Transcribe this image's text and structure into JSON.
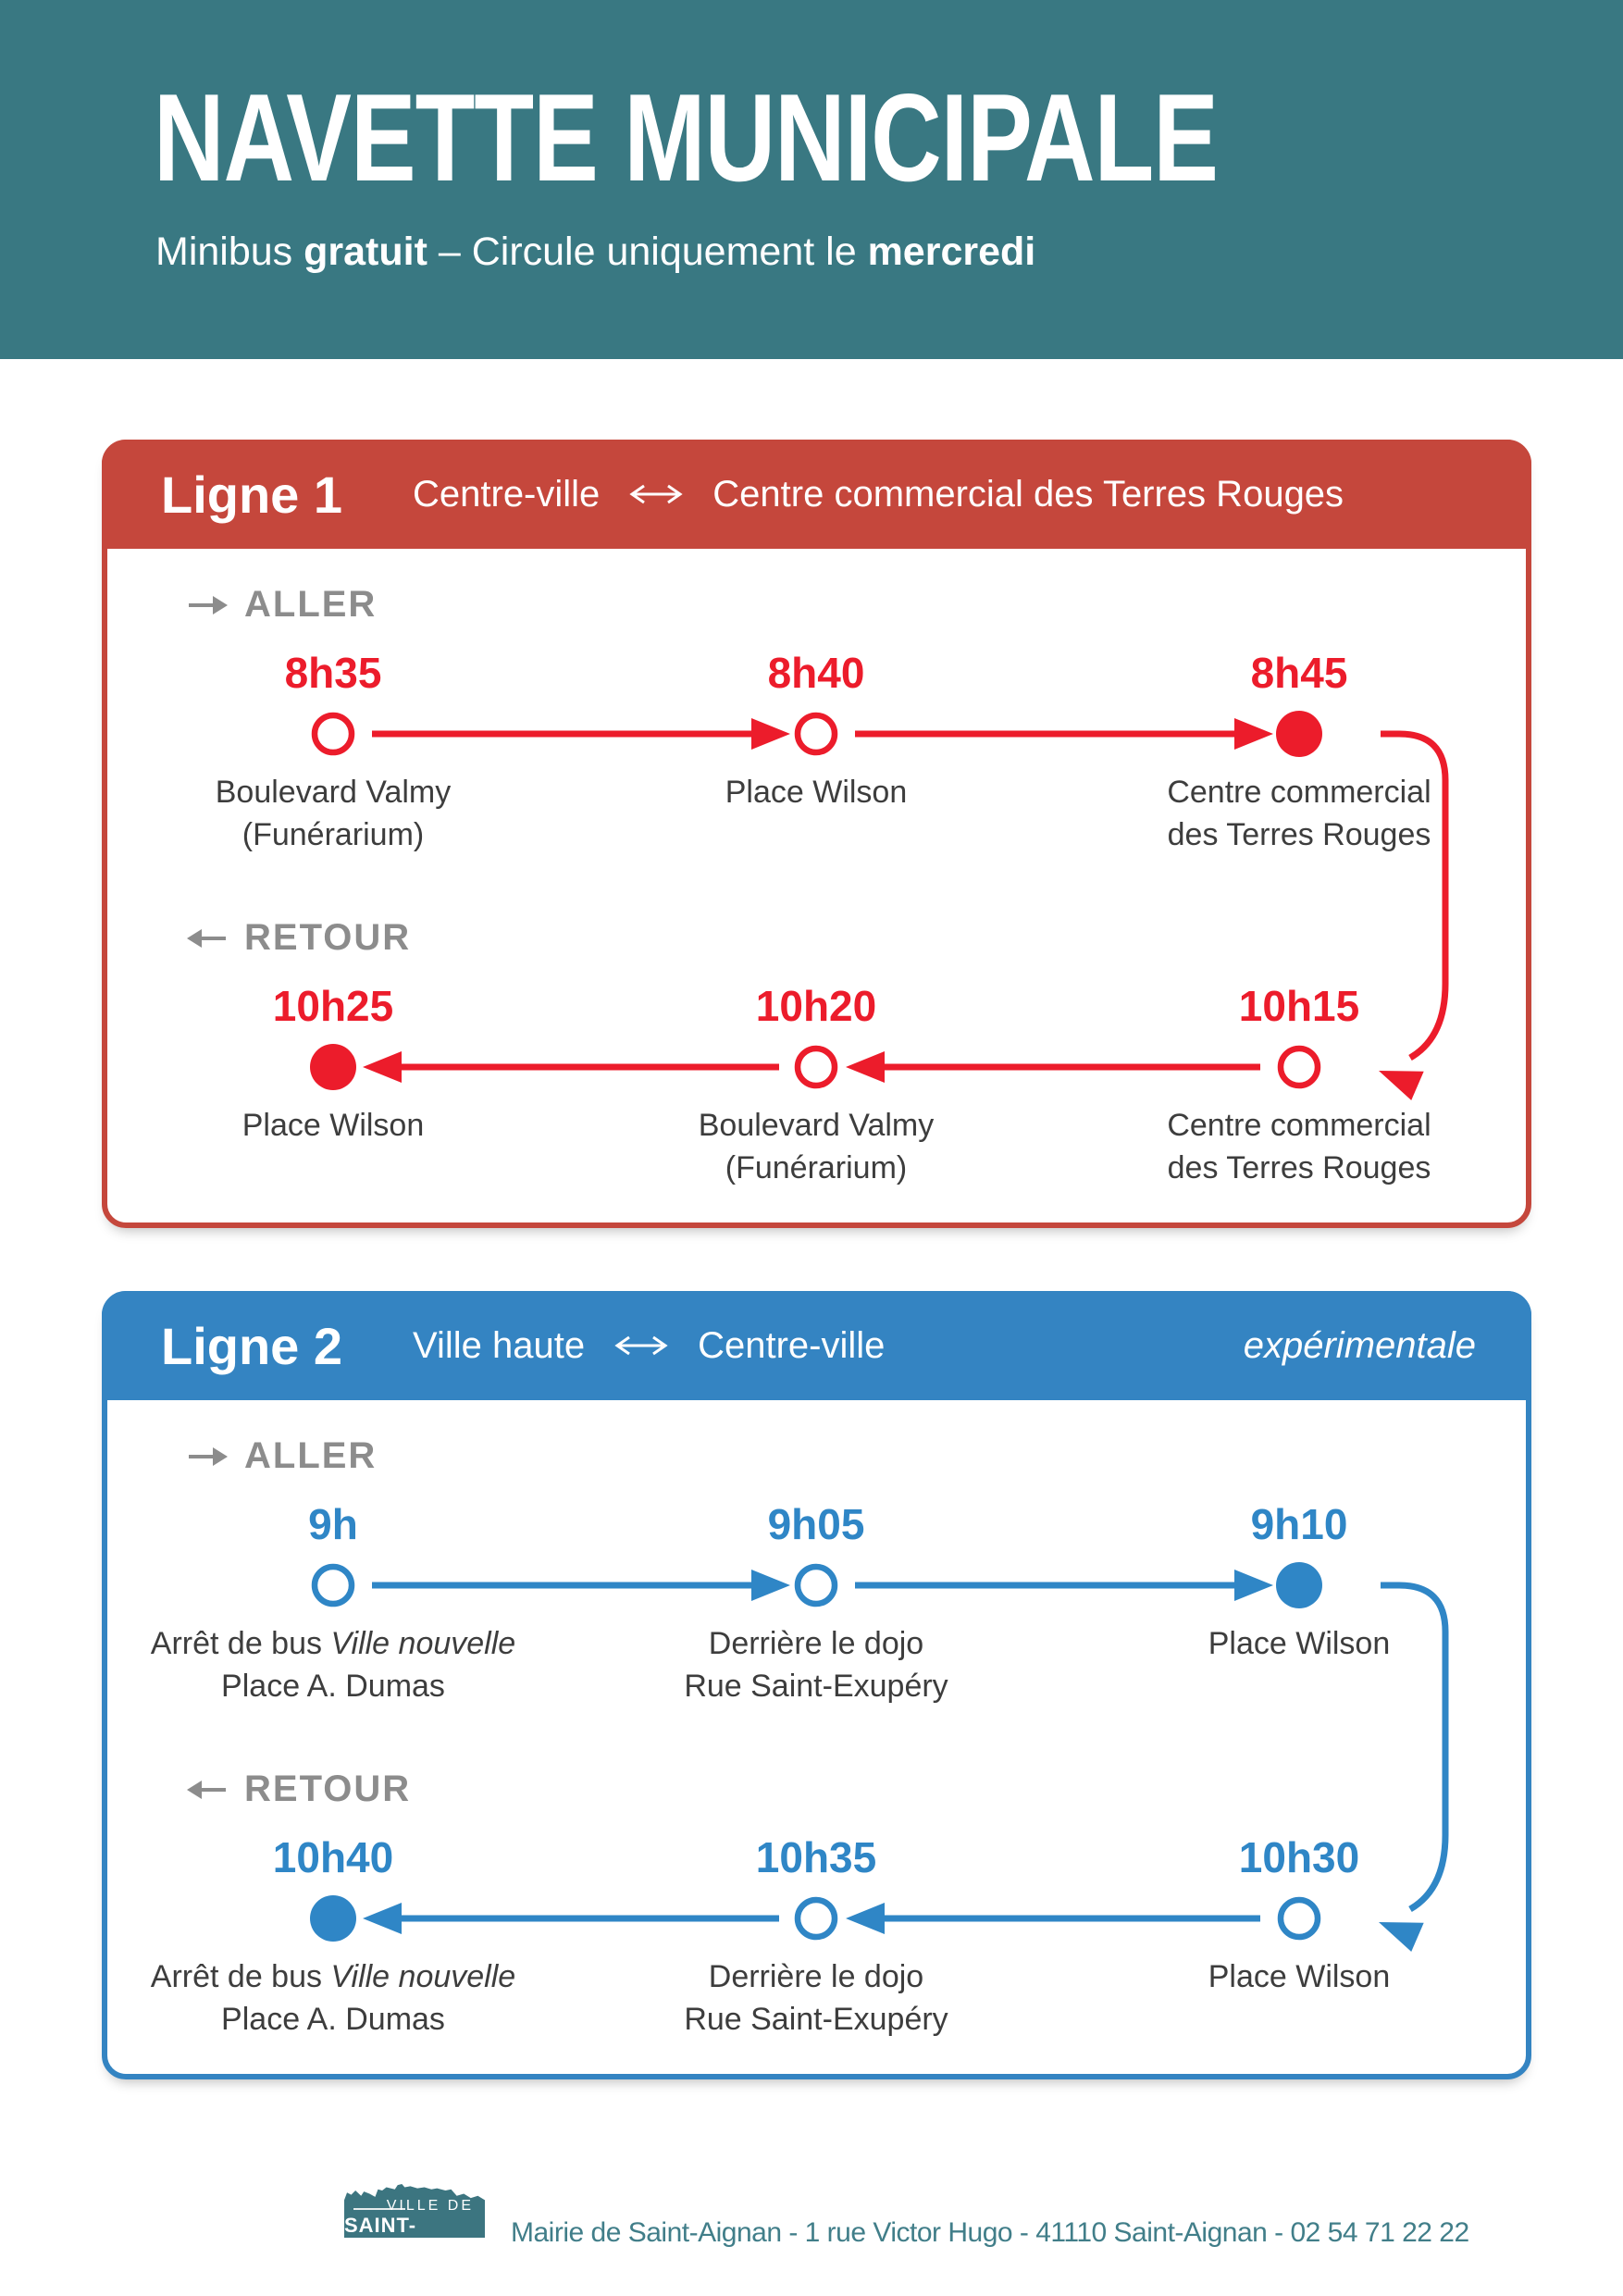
{
  "header": {
    "title": "NAVETTE MUNICIPALE",
    "subtitle": {
      "pre": "Minibus ",
      "bold1": "gratuit",
      "mid": " – Circule uniquement le ",
      "bold2": "mercredi"
    }
  },
  "colors": {
    "hero_teal": "#397882",
    "line1_band": "#C5473C",
    "line1_accent": "#EC1C2B",
    "line2_band": "#3484C2",
    "line2_accent": "#2F86C6",
    "direction_gray": "#8C8C8C",
    "stop_text": "#3D3D3D",
    "footer_teal": "#417E89"
  },
  "icons": {
    "route_double_arrow": "↔",
    "aller_arrow": "→",
    "retour_arrow": "←"
  },
  "lines": [
    {
      "name": "Ligne 1",
      "route_from": "Centre-ville",
      "route_to": "Centre commercial des Terres Rouges",
      "tag": "",
      "aller": {
        "label": "ALLER",
        "stops": [
          {
            "time": "8h35",
            "l1": "Boulevard Valmy",
            "l2": "(Funérarium)",
            "terminus": false
          },
          {
            "time": "8h40",
            "l1": "Place Wilson",
            "l2": "",
            "terminus": false
          },
          {
            "time": "8h45",
            "l1": "Centre commercial",
            "l2": "des Terres Rouges",
            "terminus": true
          }
        ]
      },
      "retour": {
        "label": "RETOUR",
        "stops": [
          {
            "time": "10h25",
            "l1": "Place Wilson",
            "l2": "",
            "terminus": true
          },
          {
            "time": "10h20",
            "l1": "Boulevard Valmy",
            "l2": "(Funérarium)",
            "terminus": false
          },
          {
            "time": "10h15",
            "l1": "Centre commercial",
            "l2": "des Terres Rouges",
            "terminus": false
          }
        ]
      }
    },
    {
      "name": "Ligne 2",
      "route_from": "Ville haute",
      "route_to": "Centre-ville",
      "tag": "expérimentale",
      "aller": {
        "label": "ALLER",
        "stops": [
          {
            "time": "9h",
            "l1": "Arrêt de bus ",
            "l1_italic": "Ville nouvelle",
            "l2": "Place A. Dumas",
            "terminus": false
          },
          {
            "time": "9h05",
            "l1": "Derrière le dojo",
            "l2": "Rue Saint-Exupéry",
            "terminus": false
          },
          {
            "time": "9h10",
            "l1": "Place Wilson",
            "l2": "",
            "terminus": true
          }
        ]
      },
      "retour": {
        "label": "RETOUR",
        "stops": [
          {
            "time": "10h40",
            "l1": "Arrêt de bus ",
            "l1_italic": "Ville nouvelle",
            "l2": "Place A. Dumas",
            "terminus": true
          },
          {
            "time": "10h35",
            "l1": "Derrière le dojo",
            "l2": "Rue Saint-Exupéry",
            "terminus": false
          },
          {
            "time": "10h30",
            "l1": "Place Wilson",
            "l2": "",
            "terminus": false
          }
        ]
      }
    }
  ],
  "footer": {
    "logo_line1": "VILLE DE",
    "logo_line2": "SAINT-AIGNAN",
    "text": "Mairie de Saint-Aignan - 1 rue Victor Hugo - 41110 Saint-Aignan - 02 54 71 22 22"
  }
}
